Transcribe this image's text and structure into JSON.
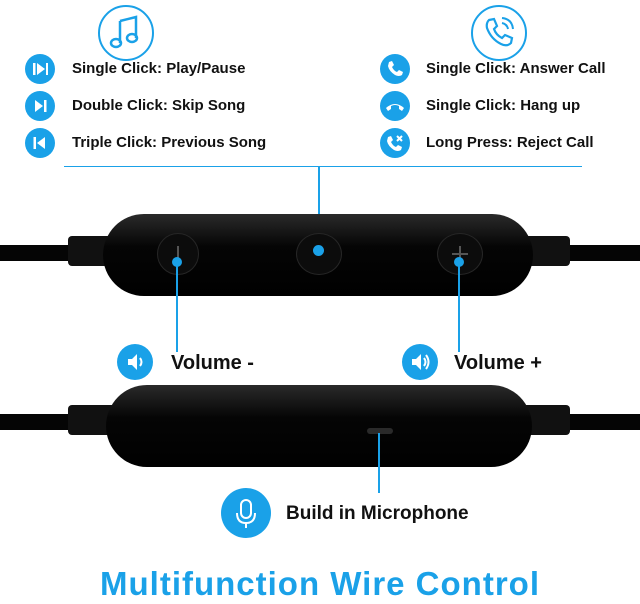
{
  "music": {
    "header_icon": "music-note-icon",
    "items": [
      {
        "icon": "play-pause-icon",
        "label": "Single Click: Play/Pause"
      },
      {
        "icon": "next-track-icon",
        "label": "Double Click: Skip Song"
      },
      {
        "icon": "previous-track-icon",
        "label": "Triple Click: Previous Song"
      }
    ]
  },
  "call": {
    "header_icon": "phone-ringing-icon",
    "items": [
      {
        "icon": "phone-icon",
        "label": "Single Click: Answer Call"
      },
      {
        "icon": "hang-up-icon",
        "label": "Single Click: Hang up"
      },
      {
        "icon": "reject-call-icon",
        "label": "Long Press: Reject Call"
      }
    ]
  },
  "volume": {
    "down_icon": "speaker-low-icon",
    "down_label": "Volume -",
    "up_icon": "speaker-high-icon",
    "up_label": "Volume +"
  },
  "microphone": {
    "icon": "microphone-icon",
    "label": "Build in Microphone"
  },
  "title": "Multifunction Wire Control",
  "colors": {
    "accent": "#1aa1e8",
    "remote": "#0b0b0b",
    "text": "#111111"
  }
}
